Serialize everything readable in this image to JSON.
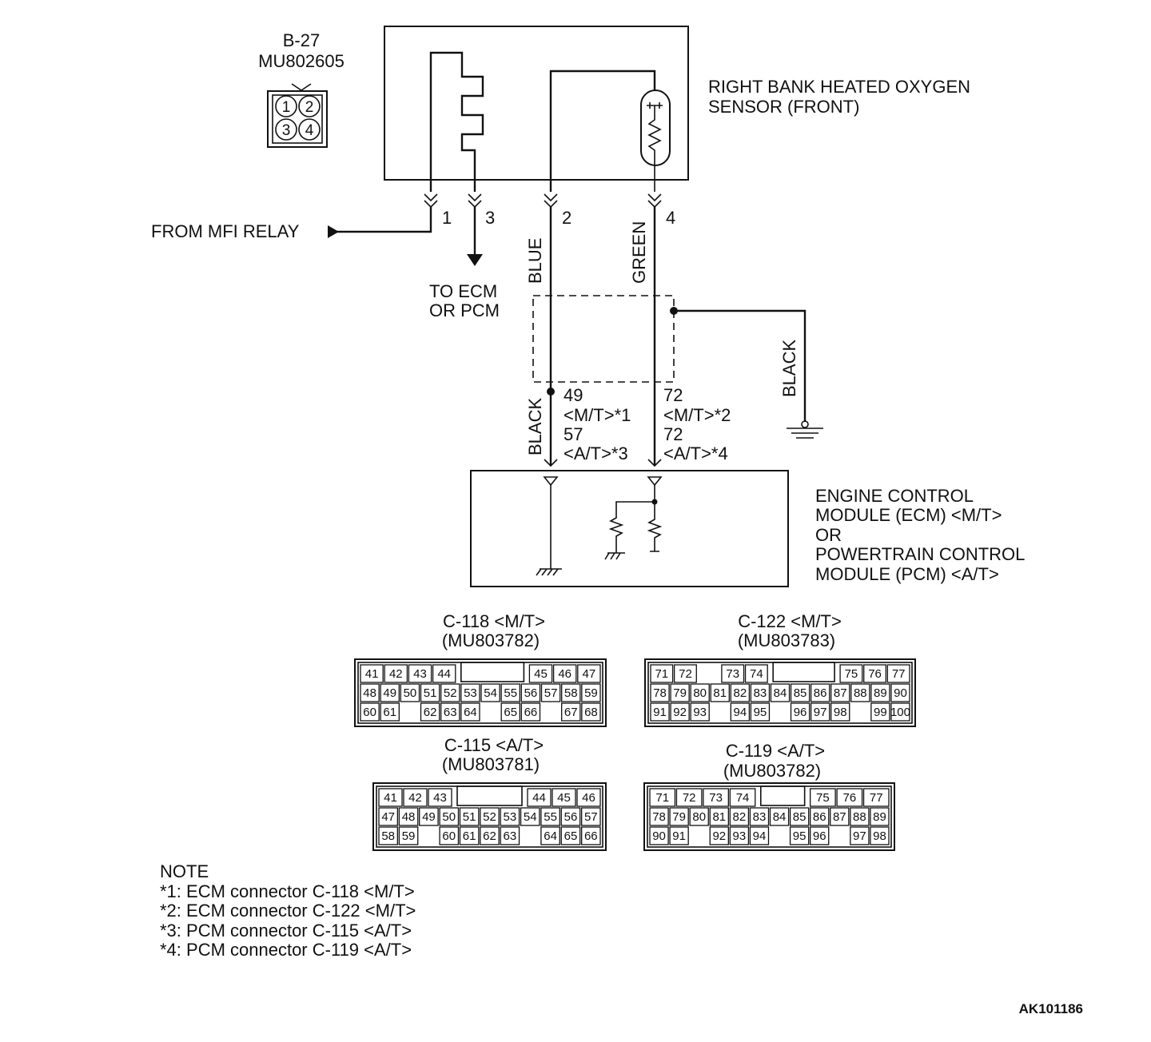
{
  "sensor": {
    "connector_id": "B-27",
    "connector_part": "MU802605",
    "pin_numbers": [
      "1",
      "2",
      "3",
      "4"
    ],
    "name_line1": "RIGHT BANK HEATED OXYGEN",
    "name_line2": "SENSOR (FRONT)"
  },
  "terminals": [
    "1",
    "3",
    "2",
    "4"
  ],
  "labels": {
    "from_relay": "FROM MFI RELAY",
    "to_ecm_line1": "TO ECM",
    "to_ecm_line2": "OR PCM"
  },
  "wires": {
    "blue": "BLUE",
    "green": "GREEN",
    "black_left": "BLACK",
    "black_ground": "BLACK"
  },
  "ecm_pins": {
    "left": [
      "49",
      "<M/T>*1",
      "57",
      "<A/T>*3"
    ],
    "right": [
      "72",
      "<M/T>*2",
      "72",
      "<A/T>*4"
    ]
  },
  "module": {
    "line1": "ENGINE CONTROL",
    "line2": "MODULE (ECM) <M/T>",
    "line3": "OR",
    "line4": "POWERTRAIN CONTROL",
    "line5": "MODULE (PCM) <A/T>"
  },
  "connectors": [
    {
      "title": "C-118 <M/T>",
      "part": "(MU803782)",
      "rows": [
        [
          "41",
          "42",
          "43",
          "44",
          "",
          "",
          "",
          "45",
          "46",
          "47"
        ],
        [
          "48",
          "49",
          "50",
          "51",
          "52",
          "53",
          "54",
          "55",
          "56",
          "57",
          "58",
          "59"
        ],
        [
          "60",
          "61",
          "",
          "62",
          "63",
          "64",
          "",
          "65",
          "66",
          "",
          "67",
          "68"
        ]
      ]
    },
    {
      "title": "C-122 <M/T>",
      "part": "(MU803783)",
      "rows": [
        [
          "71",
          "72",
          "",
          "73",
          "74",
          "",
          "",
          "",
          "75",
          "76",
          "77"
        ],
        [
          "78",
          "79",
          "80",
          "81",
          "82",
          "83",
          "84",
          "85",
          "86",
          "87",
          "88",
          "89",
          "90"
        ],
        [
          "91",
          "92",
          "93",
          "",
          "94",
          "95",
          "",
          "96",
          "97",
          "98",
          "",
          "99",
          "100"
        ]
      ]
    },
    {
      "title": "C-115 <A/T>",
      "part": "(MU803781)",
      "rows": [
        [
          "41",
          "42",
          "43",
          "",
          "",
          "",
          "44",
          "45",
          "46"
        ],
        [
          "47",
          "48",
          "49",
          "50",
          "51",
          "52",
          "53",
          "54",
          "55",
          "56",
          "57"
        ],
        [
          "58",
          "59",
          "",
          "60",
          "61",
          "62",
          "63",
          "",
          "64",
          "65",
          "66"
        ]
      ]
    },
    {
      "title": "C-119 <A/T>",
      "part": "(MU803782)",
      "rows": [
        [
          "71",
          "72",
          "73",
          "74",
          "",
          "",
          "75",
          "76",
          "77"
        ],
        [
          "78",
          "79",
          "80",
          "81",
          "82",
          "83",
          "84",
          "85",
          "86",
          "87",
          "88",
          "89"
        ],
        [
          "90",
          "91",
          "",
          "92",
          "93",
          "94",
          "",
          "95",
          "96",
          "",
          "97",
          "98"
        ]
      ]
    }
  ],
  "note": {
    "title": "NOTE",
    "items": [
      "*1: ECM connector C-118 <M/T>",
      "*2: ECM connector C-122 <M/T>",
      "*3: PCM connector C-115 <A/T>",
      "*4: PCM connector C-119 <A/T>"
    ]
  },
  "figure_id": "AK101186"
}
